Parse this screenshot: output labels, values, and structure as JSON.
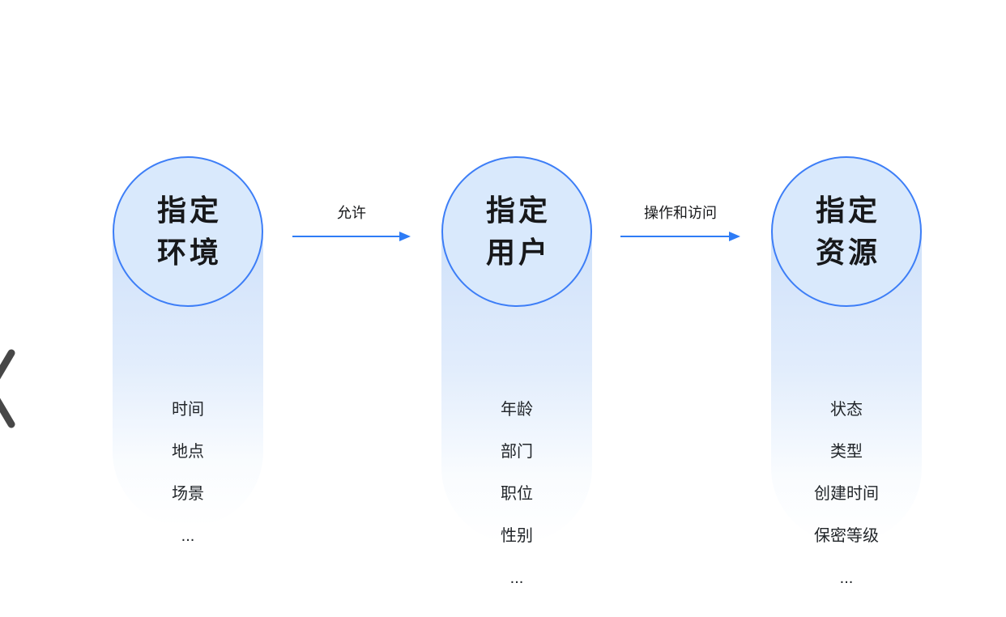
{
  "nav": {
    "back_icon": "chevron-left"
  },
  "diagram": {
    "columns": [
      {
        "title_line1": "指定",
        "title_line2": "环境",
        "items": [
          "时间",
          "地点",
          "场景",
          "..."
        ]
      },
      {
        "title_line1": "指定",
        "title_line2": "用户",
        "items": [
          "年龄",
          "部门",
          "职位",
          "性别",
          "..."
        ]
      },
      {
        "title_line1": "指定",
        "title_line2": "资源",
        "items": [
          "状态",
          "类型",
          "创建时间",
          "保密等级",
          "..."
        ]
      }
    ],
    "arrows": [
      {
        "label": "允许"
      },
      {
        "label": "操作和访问"
      }
    ],
    "colors": {
      "circle_fill": "#d9e9fc",
      "circle_border": "#3d7ef7",
      "arrow": "#2e7cf6",
      "pill_gradient_top": "#cfe1fa",
      "text": "#17181a"
    }
  }
}
